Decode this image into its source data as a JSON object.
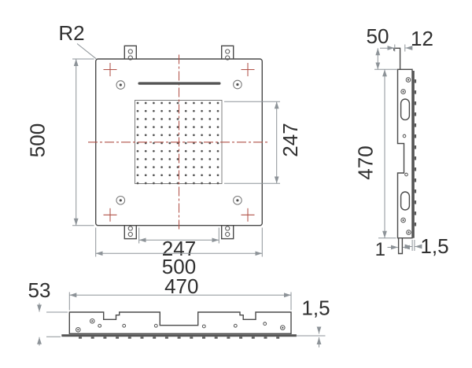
{
  "views": {
    "front": {
      "labels": {
        "corner_radius": "R2",
        "height": "500",
        "width": "500",
        "grid_height": "247",
        "grid_width": "247"
      },
      "hole_grid": {
        "rows": 11,
        "cols": 11
      }
    },
    "side": {
      "labels": {
        "tab_height": "50",
        "tab_width": "12",
        "height": "470",
        "sheet_thickness": "1",
        "edge_thickness": "1,5"
      }
    },
    "bottom": {
      "labels": {
        "height": "53",
        "width": "470",
        "base_thickness": "1,5"
      }
    }
  },
  "colors": {
    "outline": "#4a4a4a",
    "dimension": "#8d9398",
    "centerline": "#b15248",
    "dark_fill": "#545454",
    "text": "#2f2f2f",
    "background": "#ffffff"
  }
}
